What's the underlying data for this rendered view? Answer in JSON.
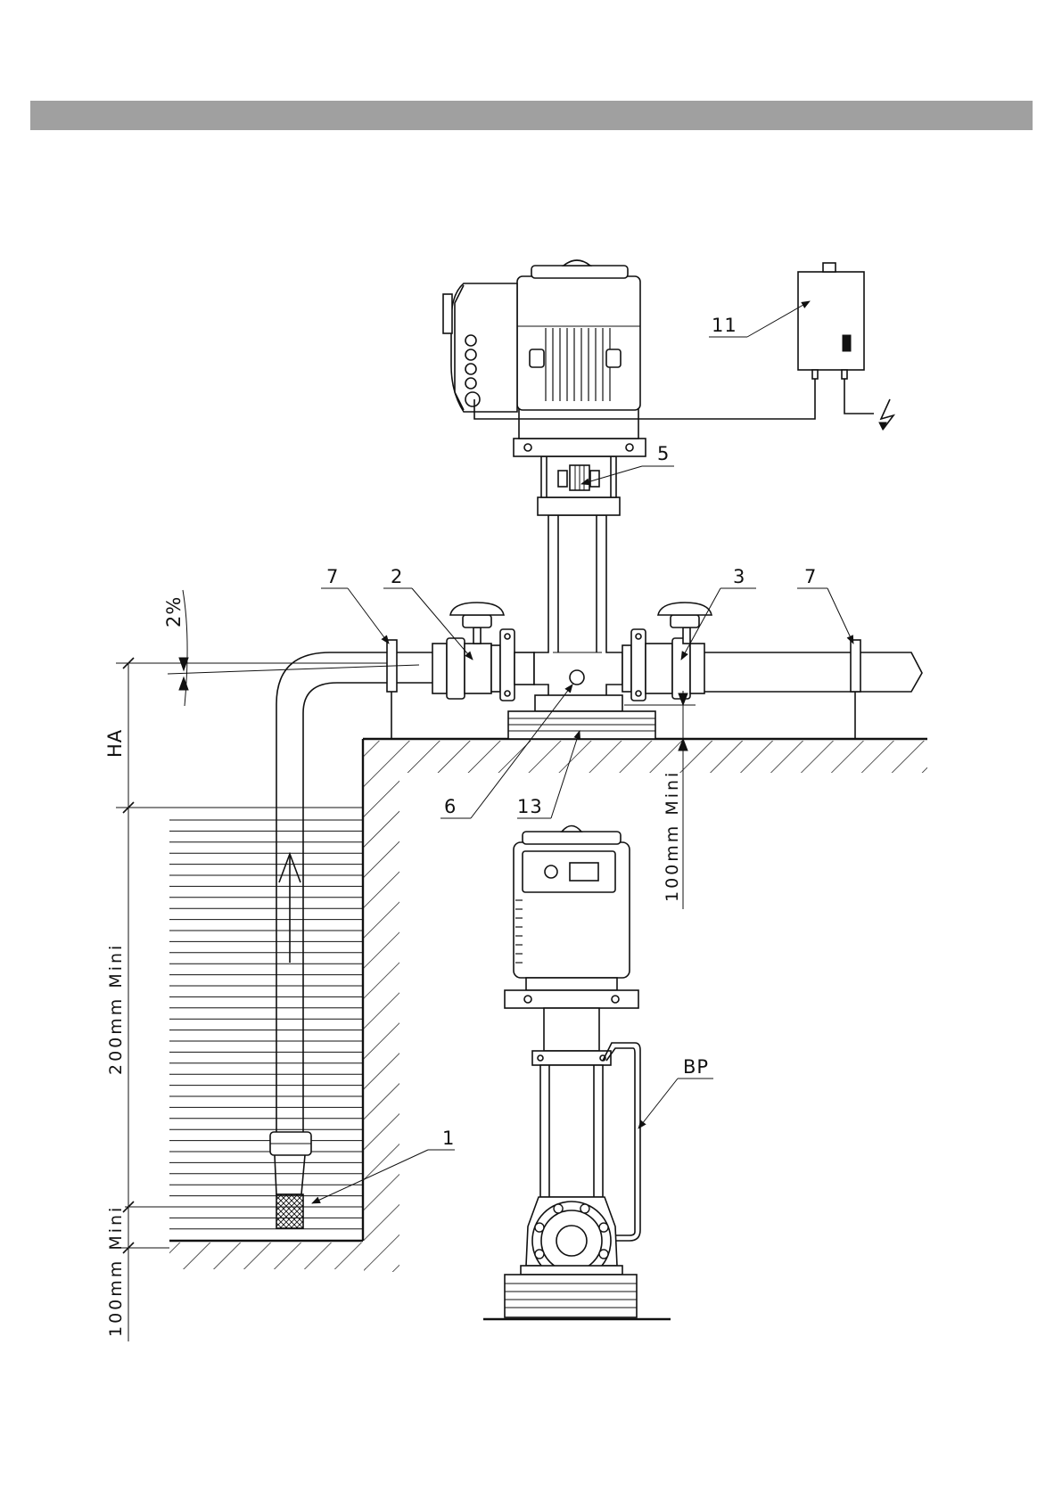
{
  "header": {
    "bar_color": "#a0a0a0"
  },
  "callouts": {
    "strainer": "1",
    "suction_valve": "2",
    "discharge_valve": "3",
    "coupling": "5",
    "drain_plug": "6",
    "pipe_support_left": "7",
    "pipe_support_right": "7",
    "control_box": "11",
    "base": "13",
    "bypass": "BP"
  },
  "dimensions": {
    "height_suction": "HA",
    "slope": "2%",
    "min_depth_200": "200mm Mini",
    "min_bottom_100": "100mm Mini",
    "min_floor_100": "100mm Mini"
  },
  "symbols": {
    "power_supply": "lightning-icon",
    "flow_direction": "arrow-up-icon"
  }
}
